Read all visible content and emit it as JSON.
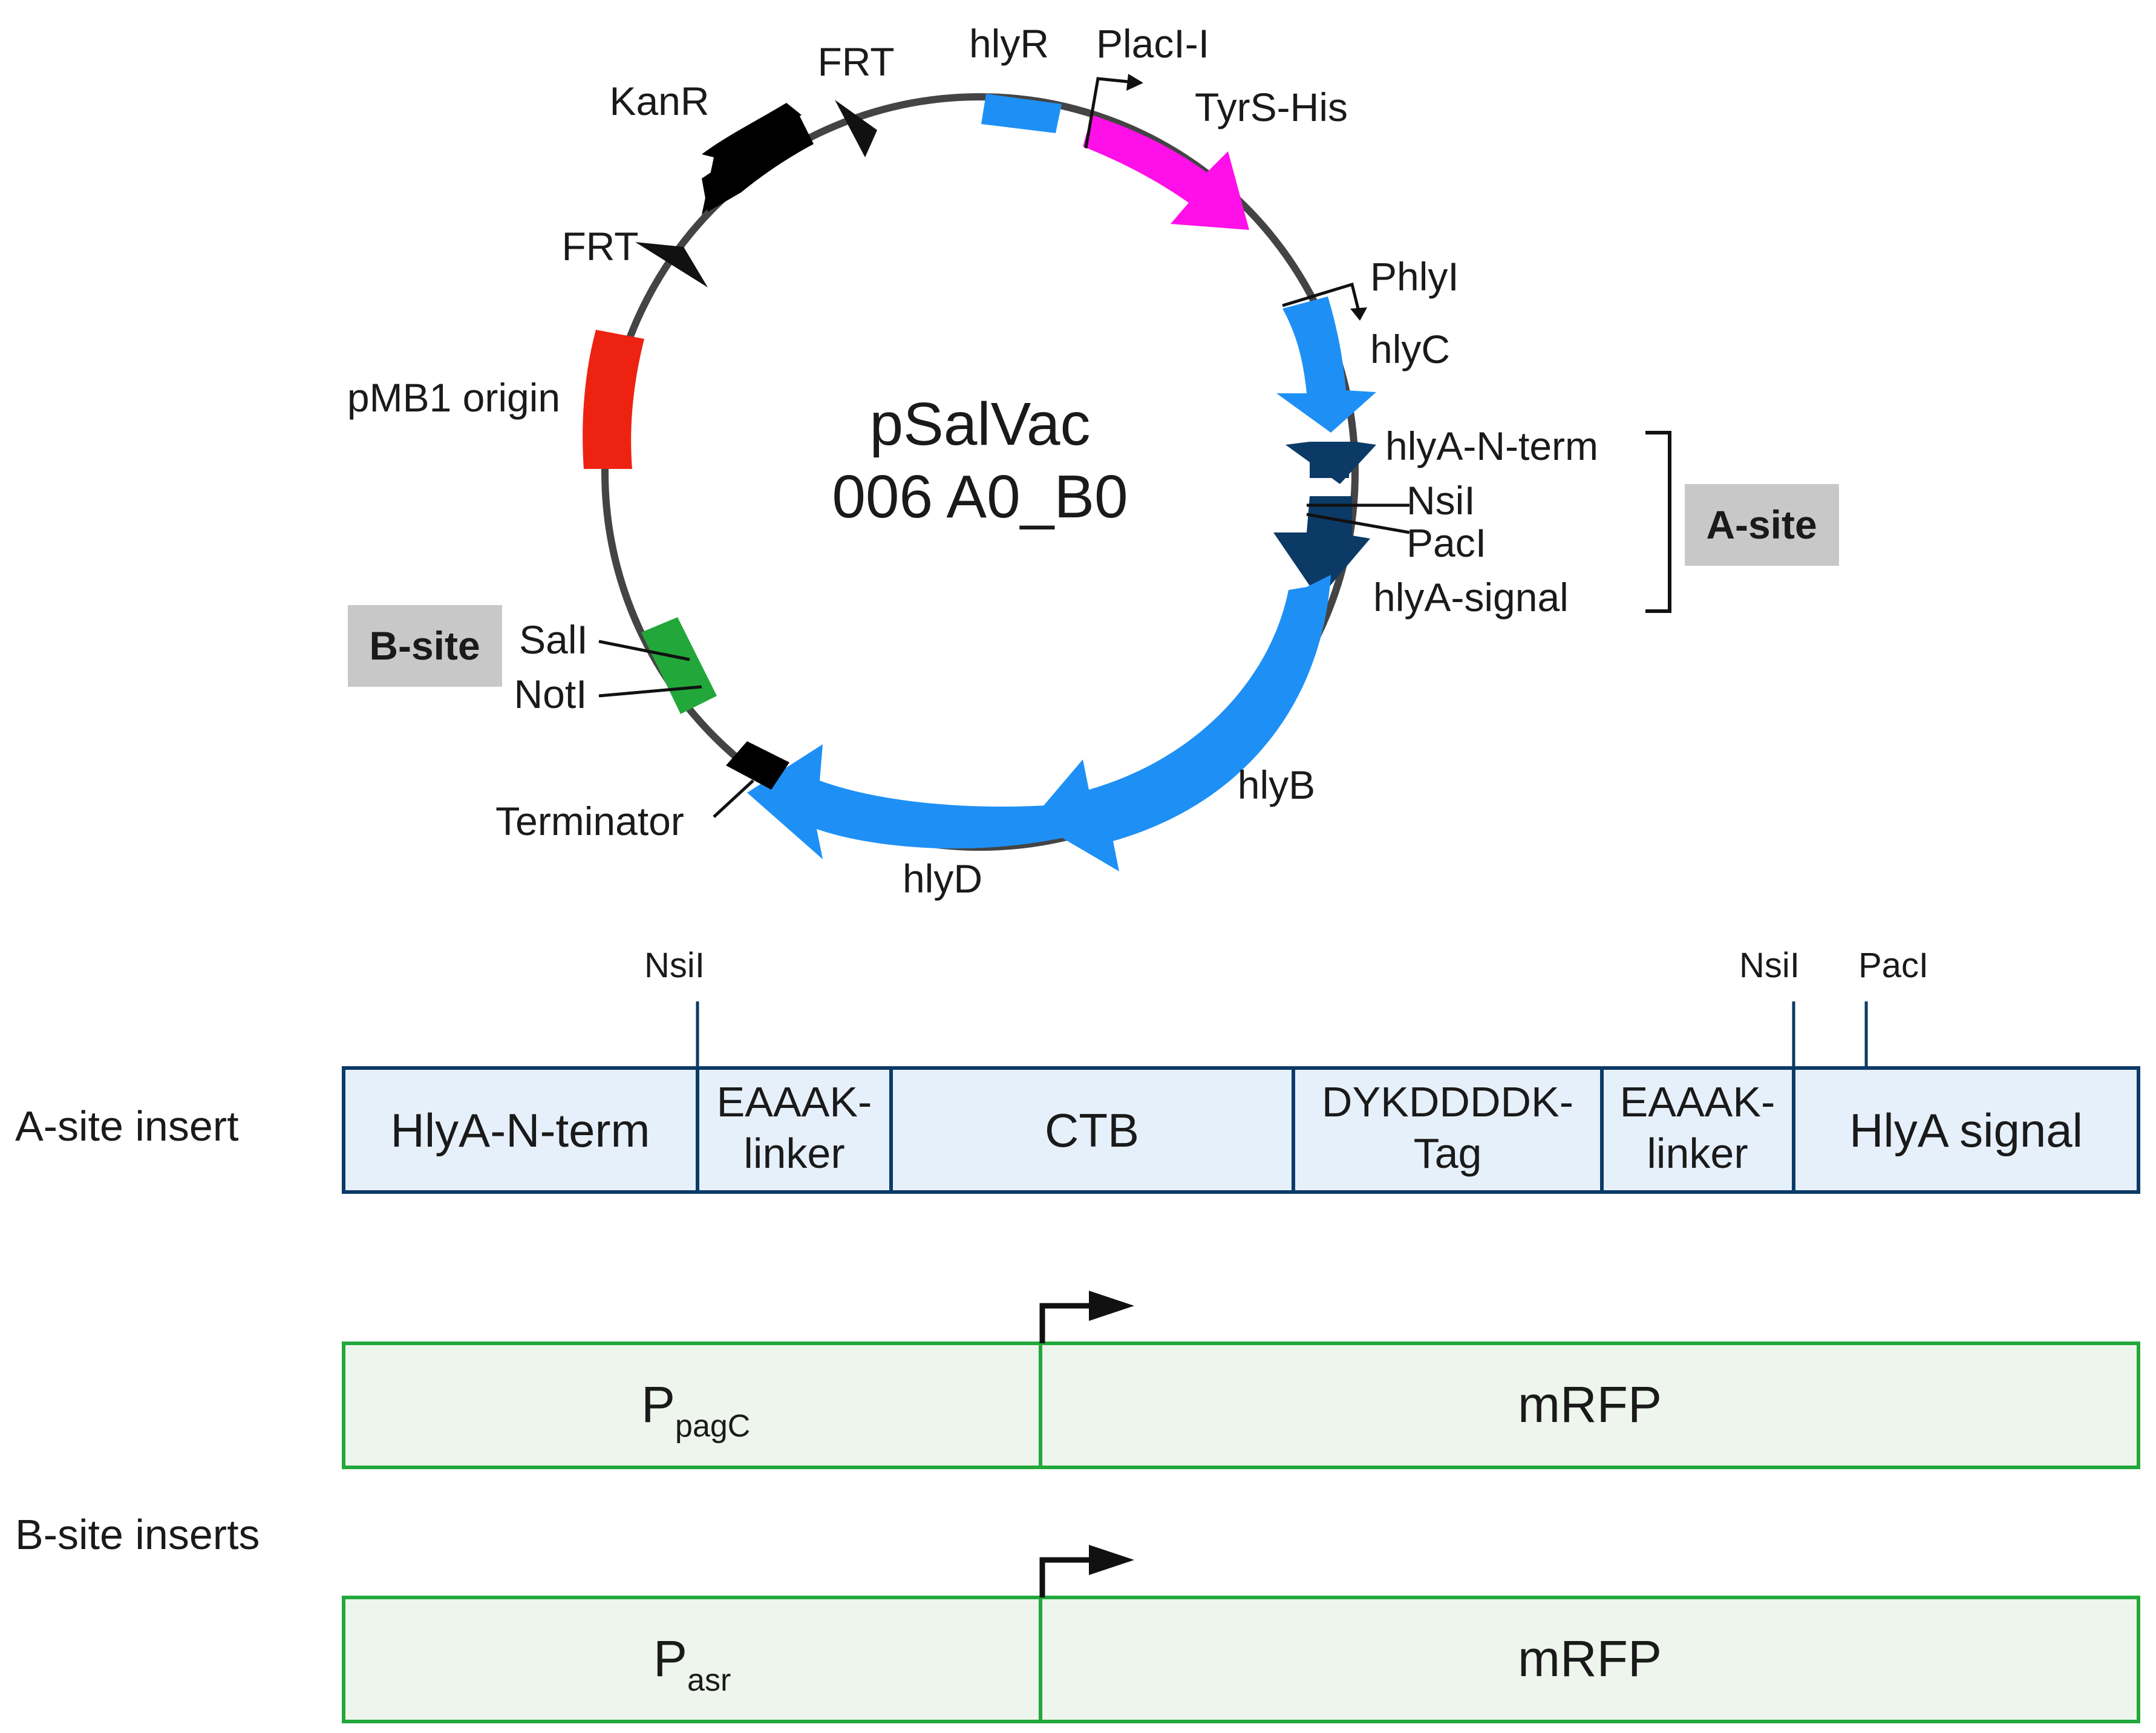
{
  "plasmid": {
    "name_line1": "pSalVac",
    "name_line2": "006 A0_B0",
    "labels": {
      "hlyR": "hlyR",
      "placI": "PlacI-I",
      "tyrS": "TyrS-His",
      "frt_top": "FRT",
      "kanR": "KanR",
      "frt_left": "FRT",
      "phlyI": "PhlyI",
      "hlyC": "hlyC",
      "hlyA_nterm": "hlyA-N-term",
      "nsiI": "NsiI",
      "pacI": "PacI",
      "hlyA_signal": "hlyA-signal",
      "pmb1": "pMB1 origin",
      "salI": "SalI",
      "notI": "NotI",
      "terminator": "Terminator",
      "hlyB": "hlyB",
      "hlyD": "hlyD"
    },
    "a_site": "A-site",
    "b_site": "B-site"
  },
  "a_insert": {
    "row_label": "A-site insert",
    "cut_nsi_1": "NsiI",
    "cut_nsi_2": "NsiI",
    "cut_pac": "PacI",
    "segments": {
      "hlya_nterm": "HlyA-N-term",
      "eaaak1_l1": "EAAAK-",
      "eaaak1_l2": "linker",
      "ctb": "CTB",
      "dyk_l1": "DYKDDDDK-",
      "dyk_l2": "Tag",
      "eaaak2_l1": "EAAAK-",
      "eaaak2_l2": "linker",
      "hlya_signal": "HlyA signal"
    }
  },
  "b_inserts": {
    "row_label": "B-site inserts",
    "insert1": {
      "promoter_main": "P",
      "promoter_sub": "pagC",
      "gene": "mRFP"
    },
    "insert2": {
      "promoter_main": "P",
      "promoter_sub": "asr",
      "gene": "mRFP"
    }
  },
  "colors": {
    "backbone": "#444444",
    "blue_gene": "#1e90f5",
    "magenta": "#ff10e8",
    "red_origin": "#ee2211",
    "green_site": "#22a83a",
    "dark_navy": "#0c3a66",
    "black": "#000000",
    "site_box": "#c8c8c8",
    "a_fill": "#e6f0fb",
    "a_border": "#0c3a66",
    "b_fill": "#eef5ec",
    "b_border": "#22a83a"
  }
}
